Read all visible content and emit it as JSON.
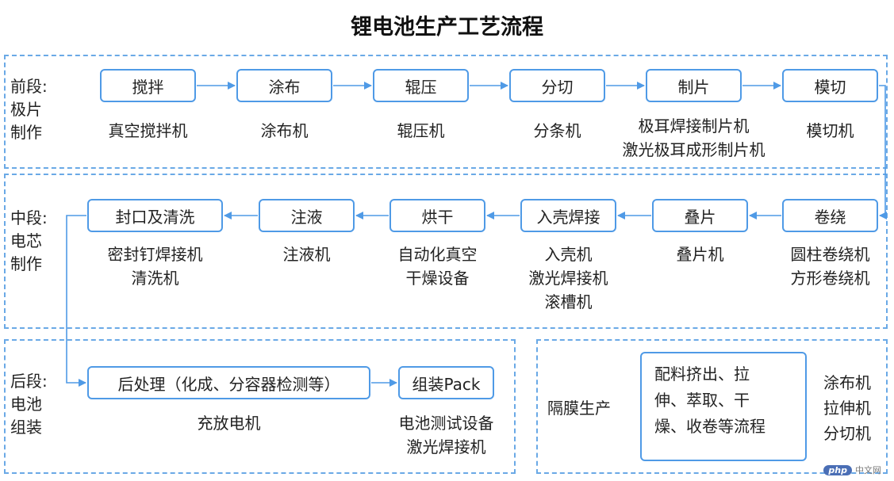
{
  "title": "锂电池生产工艺流程",
  "sections": {
    "front": {
      "label": "前段:\n极片\n制作",
      "steps": [
        {
          "name": "搅拌",
          "equipment": "真空搅拌机"
        },
        {
          "name": "涂布",
          "equipment": "涂布机"
        },
        {
          "name": "辊压",
          "equipment": "辊压机"
        },
        {
          "name": "分切",
          "equipment": "分条机"
        },
        {
          "name": "制片",
          "equipment": "极耳焊接制片机\n激光极耳成形制片机"
        },
        {
          "name": "模切",
          "equipment": "模切机"
        }
      ]
    },
    "middle": {
      "label": "中段:\n电芯\n制作",
      "steps": [
        {
          "name": "卷绕",
          "equipment": "圆柱卷绕机\n方形卷绕机"
        },
        {
          "name": "叠片",
          "equipment": "叠片机"
        },
        {
          "name": "入壳焊接",
          "equipment": "入壳机\n激光焊接机\n滚槽机"
        },
        {
          "name": "烘干",
          "equipment": "自动化真空\n干燥设备"
        },
        {
          "name": "注液",
          "equipment": "注液机"
        },
        {
          "name": "封口及清洗",
          "equipment": "密封钉焊接机\n清洗机"
        }
      ]
    },
    "back": {
      "label": "后段:\n电池\n组装",
      "steps": [
        {
          "name": "后处理（化成、分容器检测等）",
          "equipment": "充放电机"
        },
        {
          "name": "组装Pack",
          "equipment": "电池测试设备\n激光焊接机"
        }
      ]
    },
    "separator": {
      "label": "隔膜生产",
      "process": "配料挤出、拉\n伸、萃取、干\n燥、收卷等流程",
      "equipment": "涂布机\n拉伸机\n分切机"
    }
  },
  "colors": {
    "border": "#4f9ae6",
    "dashed": "#6aa9e6",
    "arrow": "#4f9ae6"
  },
  "watermark": {
    "badge": "php",
    "text": "中文网"
  }
}
